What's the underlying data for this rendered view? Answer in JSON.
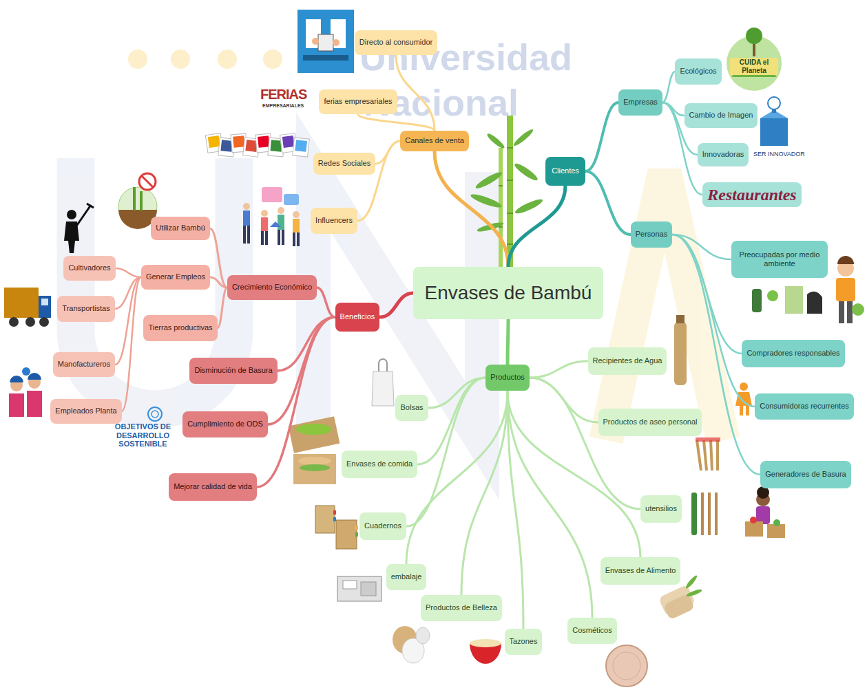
{
  "diagram": {
    "nodes": [
      {
        "text": [
          "Envases de Bambú"
        ]
      },
      {
        "text": [
          "Canales de venta"
        ]
      },
      {
        "text": [
          "Directo al consumidor"
        ]
      },
      {
        "text": [
          "ferias empresariales"
        ]
      },
      {
        "text": [
          "Redes Sociales"
        ]
      },
      {
        "text": [
          "Influencers"
        ]
      },
      {
        "text": [
          "Clientes"
        ]
      },
      {
        "text": [
          "Empresas"
        ]
      },
      {
        "text": [
          "Ecológicos"
        ]
      },
      {
        "text": [
          "Cambio de Imagen"
        ]
      },
      {
        "text": [
          "Innovadoras"
        ]
      },
      {
        "text": [
          "Restaurantes"
        ]
      },
      {
        "text": [
          "Personas"
        ]
      },
      {
        "text": [
          "Preocupadas por medio ambiente"
        ]
      },
      {
        "text": [
          "Compradores responsables"
        ]
      },
      {
        "text": [
          "Consumidoras recurrentes"
        ]
      },
      {
        "text": [
          "Generadores de Basura"
        ]
      },
      {
        "text": [
          "Beneficios"
        ]
      },
      {
        "text": [
          "Crecimiento Económico"
        ]
      },
      {
        "text": [
          "Utilizar Bambú"
        ]
      },
      {
        "text": [
          "Generar Empleos"
        ]
      },
      {
        "text": [
          "Tierras productivas"
        ]
      },
      {
        "text": [
          "Cultivadores"
        ]
      },
      {
        "text": [
          "Transportistas"
        ]
      },
      {
        "text": [
          "Manofactureros"
        ]
      },
      {
        "text": [
          "Empleados Planta"
        ]
      },
      {
        "text": [
          "Disminución de Basura"
        ]
      },
      {
        "text": [
          "Cumplimiento de ODS"
        ]
      },
      {
        "text": [
          "Mejorar calidad de vida"
        ]
      },
      {
        "text": [
          "Productos"
        ]
      },
      {
        "text": [
          "Recipientes de Agua"
        ]
      },
      {
        "text": [
          "Productos de aseo personal"
        ]
      },
      {
        "text": [
          "utensilios"
        ]
      },
      {
        "text": [
          "Envases de Alimento"
        ]
      },
      {
        "text": [
          "Cosméticos"
        ]
      },
      {
        "text": [
          "Tazones"
        ]
      },
      {
        "text": [
          "Productos de Belleza"
        ]
      },
      {
        "text": [
          "embalaje"
        ]
      },
      {
        "text": [
          "Cuadernos"
        ]
      },
      {
        "text": [
          "Envases de comida"
        ]
      },
      {
        "text": [
          "Bolsas"
        ]
      }
    ],
    "edges": [
      {
        "from": 0,
        "to": 1,
        "arrow": "none"
      },
      {
        "from": 1,
        "to": 2,
        "arrow": "none"
      },
      {
        "from": 1,
        "to": 3,
        "arrow": "none"
      },
      {
        "from": 1,
        "to": 4,
        "arrow": "none"
      },
      {
        "from": 1,
        "to": 5,
        "arrow": "none"
      },
      {
        "from": 0,
        "to": 6,
        "arrow": "none"
      },
      {
        "from": 6,
        "to": 7,
        "arrow": "none"
      },
      {
        "from": 7,
        "to": 8,
        "arrow": "none"
      },
      {
        "from": 7,
        "to": 9,
        "arrow": "none"
      },
      {
        "from": 7,
        "to": 10,
        "arrow": "none"
      },
      {
        "from": 7,
        "to": 11,
        "arrow": "none"
      },
      {
        "from": 6,
        "to": 12,
        "arrow": "none"
      },
      {
        "from": 12,
        "to": 13,
        "arrow": "none"
      },
      {
        "from": 12,
        "to": 14,
        "arrow": "none"
      },
      {
        "from": 12,
        "to": 15,
        "arrow": "none"
      },
      {
        "from": 12,
        "to": 16,
        "arrow": "none"
      },
      {
        "from": 0,
        "to": 17,
        "arrow": "none"
      },
      {
        "from": 17,
        "to": 18,
        "arrow": "none"
      },
      {
        "from": 18,
        "to": 19,
        "arrow": "none"
      },
      {
        "from": 18,
        "to": 20,
        "arrow": "none"
      },
      {
        "from": 18,
        "to": 21,
        "arrow": "none"
      },
      {
        "from": 20,
        "to": 22,
        "arrow": "none"
      },
      {
        "from": 20,
        "to": 23,
        "arrow": "none"
      },
      {
        "from": 20,
        "to": 24,
        "arrow": "none"
      },
      {
        "from": 20,
        "to": 25,
        "arrow": "none"
      },
      {
        "from": 17,
        "to": 26,
        "arrow": "none"
      },
      {
        "from": 17,
        "to": 27,
        "arrow": "none"
      },
      {
        "from": 17,
        "to": 28,
        "arrow": "none"
      },
      {
        "from": 0,
        "to": 29,
        "arrow": "none"
      },
      {
        "from": 29,
        "to": 30,
        "arrow": "none"
      },
      {
        "from": 29,
        "to": 31,
        "arrow": "none"
      },
      {
        "from": 29,
        "to": 32,
        "arrow": "none"
      },
      {
        "from": 29,
        "to": 33,
        "arrow": "none"
      },
      {
        "from": 29,
        "to": 34,
        "arrow": "none"
      },
      {
        "from": 29,
        "to": 35,
        "arrow": "none"
      },
      {
        "from": 29,
        "to": 36,
        "arrow": "none"
      },
      {
        "from": 29,
        "to": 37,
        "arrow": "none"
      },
      {
        "from": 29,
        "to": 38,
        "arrow": "none"
      },
      {
        "from": 29,
        "to": 39,
        "arrow": "none"
      },
      {
        "from": 29,
        "to": 40,
        "arrow": "none"
      }
    ],
    "labels": [
      "Universidad",
      "Nacional",
      "FERIAS",
      "EMPRESARIALES",
      "SER INNOVADOR",
      "OBJETIVOS DE DESARROLLO SOSTENIBLE",
      "CUIDA el Planeta"
    ]
  }
}
